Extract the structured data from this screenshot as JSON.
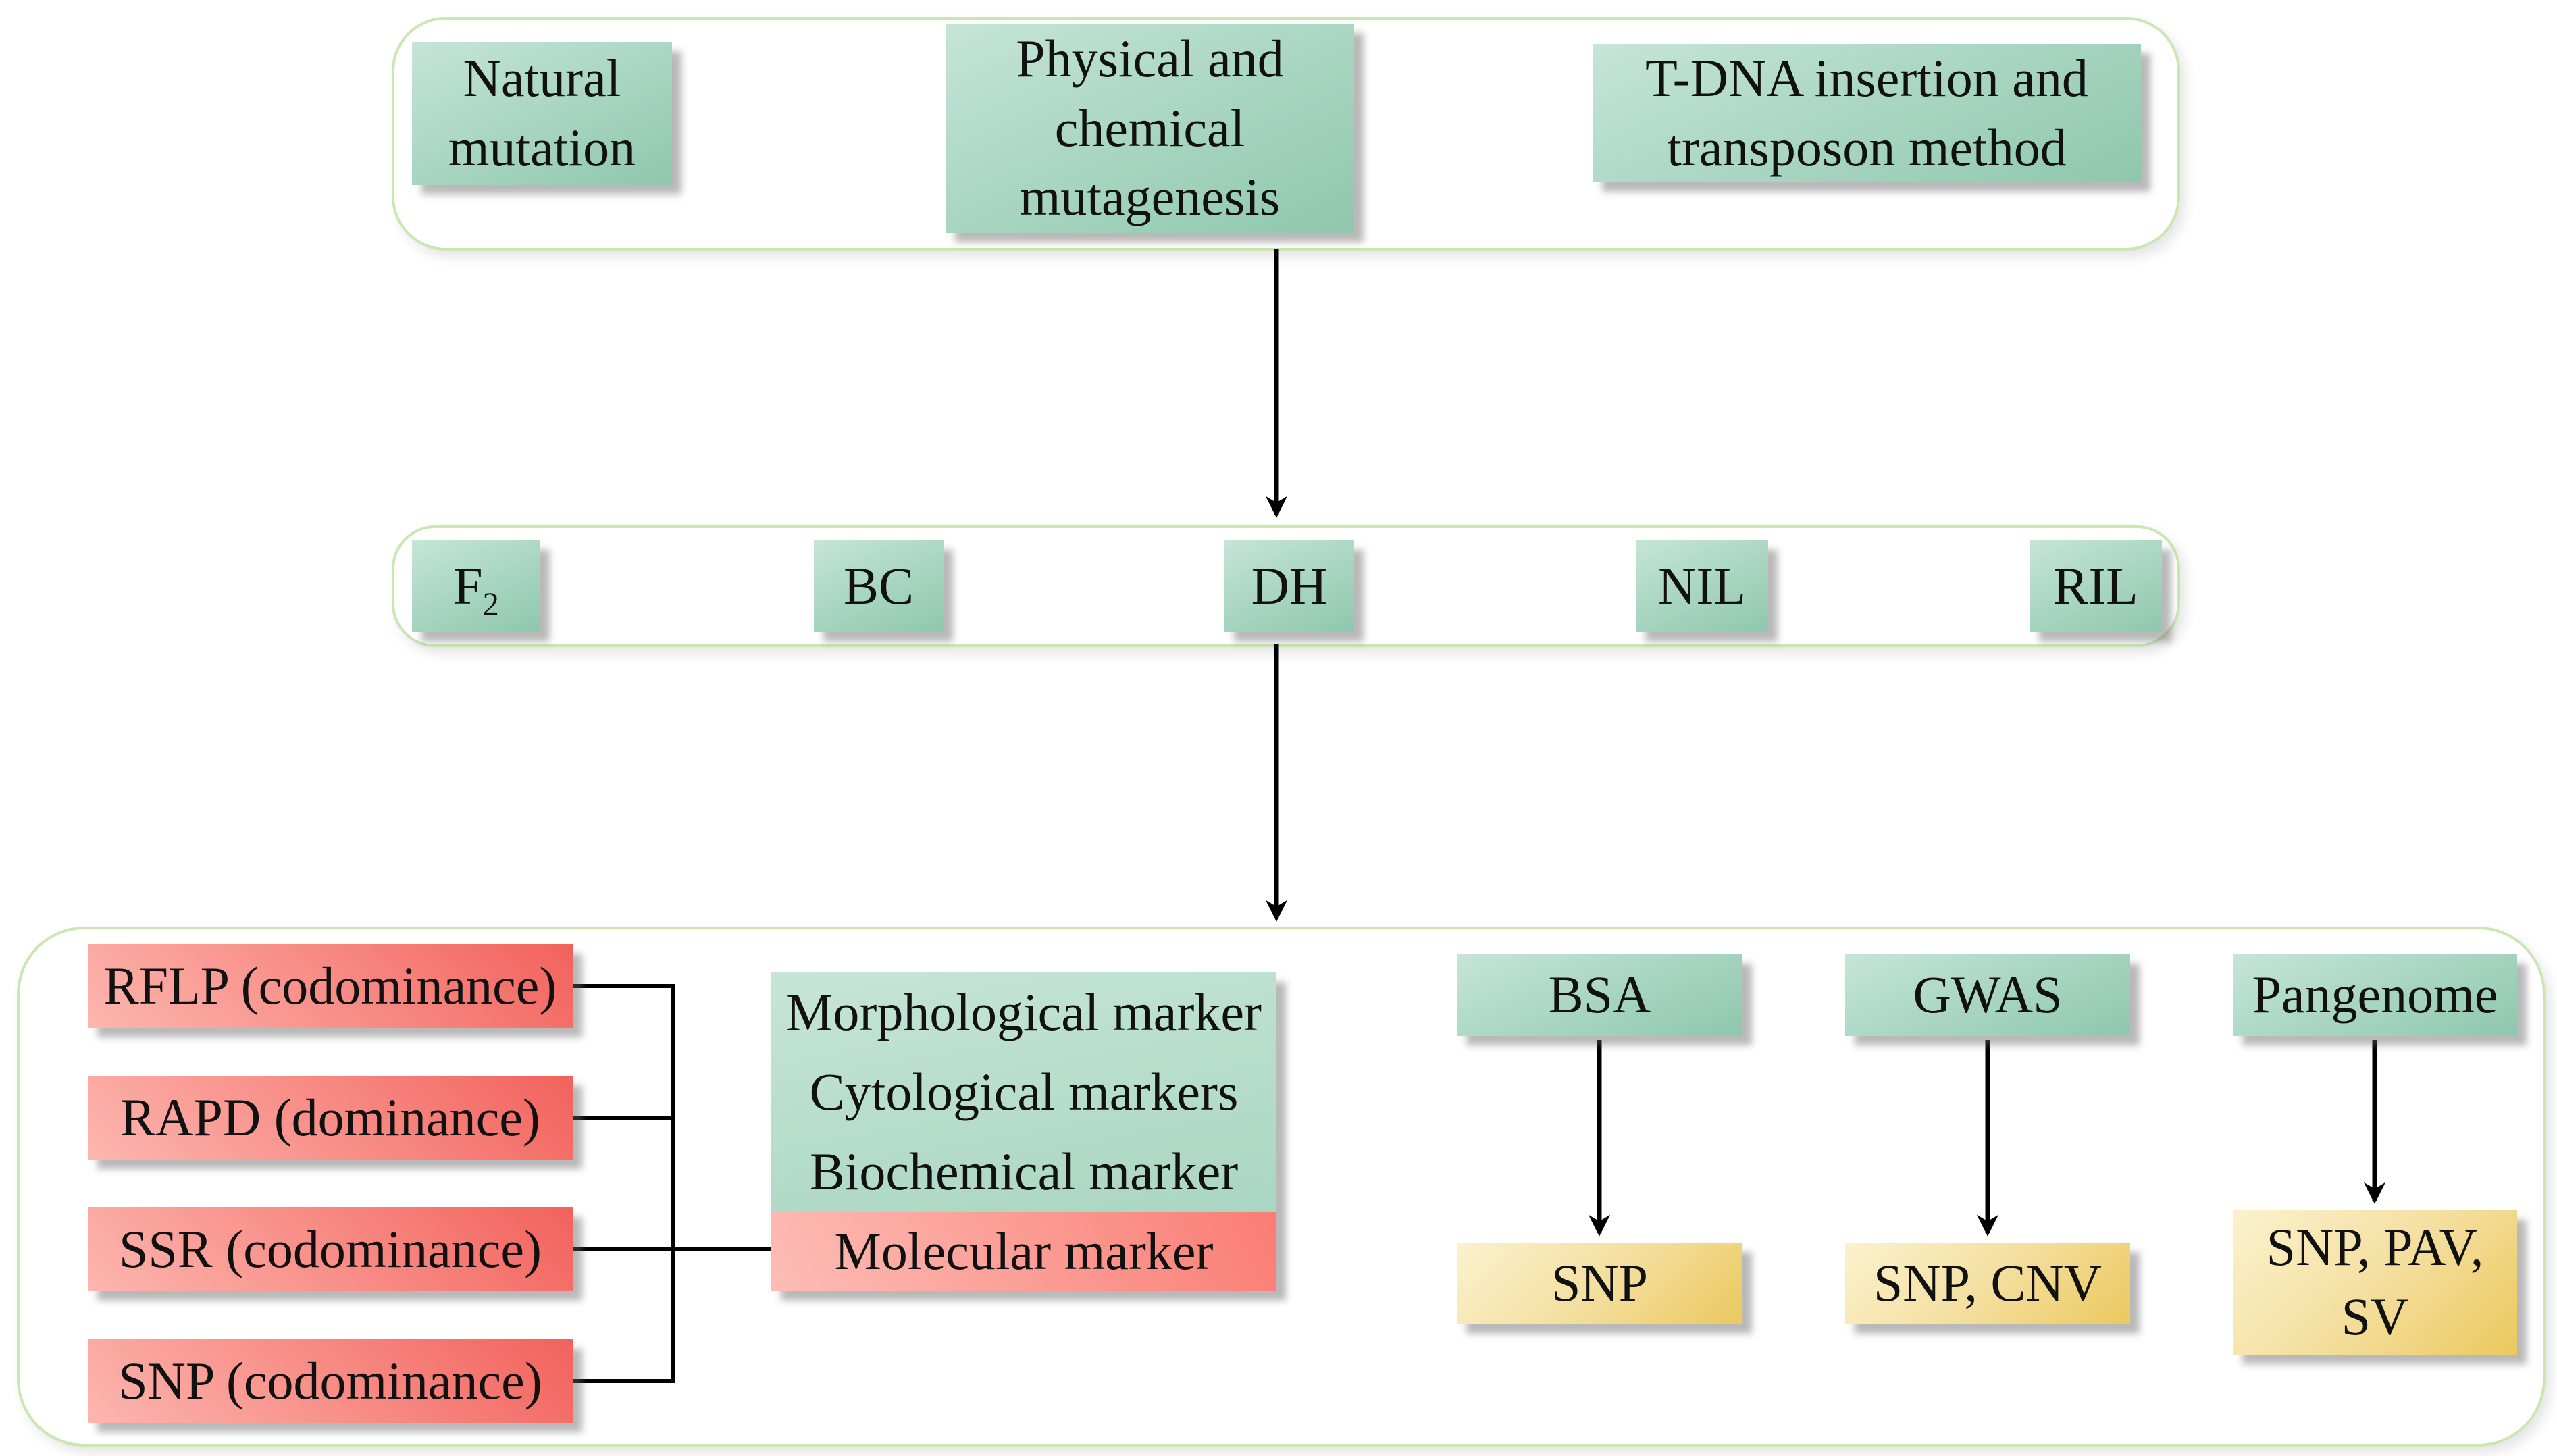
{
  "colors": {
    "container_border": "#cbe6b3",
    "green_box_light": "#c6e5d6",
    "green_box_dark": "#8fc7ae",
    "red_box_light": "#fcb6af",
    "red_box_dark": "#f2625c",
    "pink_row_light": "#fcbdb6",
    "pink_row_dark": "#fa7d74",
    "yellow_box_light": "#fbf2cd",
    "yellow_box_dark": "#ebc95e",
    "line": "#000000",
    "text": "#111111"
  },
  "mutagenesis": {
    "boxes": [
      {
        "label": "Natural mutation"
      },
      {
        "label": "Physical and chemical mutagenesis"
      },
      {
        "label": "T-DNA insertion and transposon method"
      }
    ]
  },
  "populations": {
    "items": [
      {
        "base": "F",
        "sub": "2"
      },
      {
        "label": "BC"
      },
      {
        "label": "DH"
      },
      {
        "label": "NIL"
      },
      {
        "label": "RIL"
      }
    ]
  },
  "marker_techniques": {
    "items": [
      {
        "label": "RFLP (codominance)"
      },
      {
        "label": "RAPD (dominance)"
      },
      {
        "label": "SSR (codominance)"
      },
      {
        "label": "SNP (codominance)"
      }
    ]
  },
  "marker_box": {
    "rows": [
      "Morphological marker",
      "Cytological markers",
      "Biochemical marker",
      "Molecular marker"
    ]
  },
  "methods": {
    "items": [
      {
        "name": "BSA",
        "result": "SNP"
      },
      {
        "name": "GWAS",
        "result": "SNP, CNV"
      },
      {
        "name": "Pangenome",
        "result": "SNP, PAV, SV"
      }
    ]
  }
}
